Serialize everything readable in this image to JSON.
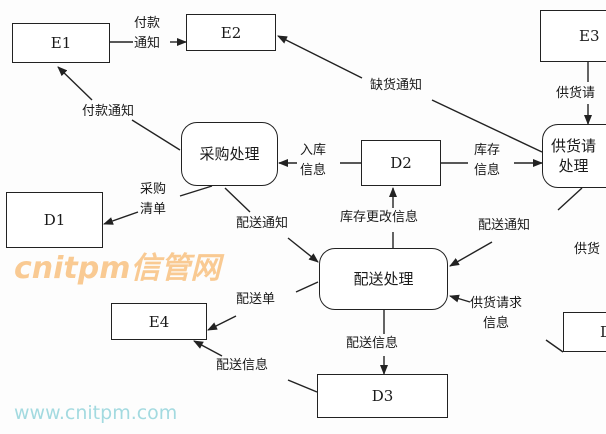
{
  "nodes": {
    "E1": "E1",
    "E2": "E2",
    "E3": "E3",
    "E4": "E4",
    "D1": "D1",
    "D2": "D2",
    "D3": "D3",
    "D_right": "D",
    "purchase": "采购处理",
    "supply": "供货请\n处理",
    "delivery": "配送处理"
  },
  "flows": {
    "e1_e2": "付款\n通知",
    "shortage": "缺货通知",
    "e3_supply": "供货请",
    "payment": "付款通知",
    "inbound": "入库\n信息",
    "stock": "库存\n信息",
    "purchase_list": "采购\n清单",
    "delivery_notice_left": "配送通知",
    "stock_change": "库存更改信息",
    "delivery_notice_right": "配送通知",
    "supply_partial": "供货",
    "delivery_slip": "配送单",
    "supply_request": "供货请求\n信息",
    "delivery_info_down": "配送信息",
    "delivery_info_e4": "配送信息"
  },
  "watermark": {
    "brand": "cnitpm信管网",
    "url": "www.cnitpm.com"
  }
}
